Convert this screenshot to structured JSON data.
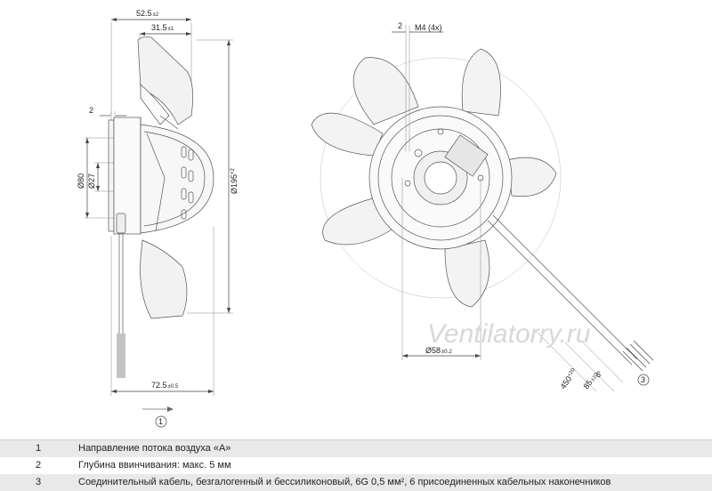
{
  "dimensions": {
    "side_top_overall": {
      "value": "52.5",
      "tol": "±2"
    },
    "side_top_inner": {
      "value": "31.5",
      "tol": "±1"
    },
    "screw_gap": "2",
    "hub_outer_dia": "Ø80",
    "hub_inner_dia": "Ø27",
    "impeller_dia": {
      "value": "Ø195",
      "tol": "+2"
    },
    "depth": {
      "value": "72.5",
      "tol": "±0.5"
    },
    "front_gap": "2",
    "thread": "M4 (4x)",
    "bolt_circle_dia": {
      "value": "Ø58",
      "tol": "±0.2"
    },
    "cable_length": {
      "value": "450",
      "tol": "+20"
    },
    "lead_length": {
      "value": "85",
      "tol": "±10"
    },
    "strip_length": "6"
  },
  "callouts": {
    "c1": "1",
    "c3": "3"
  },
  "watermark": "Ventilatorry.ru",
  "legend": [
    {
      "num": "1",
      "text": "Направление потока воздуха «А»"
    },
    {
      "num": "2",
      "text": "Глубина ввинчивания: макс. 5 мм"
    },
    {
      "num": "3",
      "text": "Соединительный кабель, безгалогенный и бессиликоновый, 6G 0,5 мм², 6 присоединенных кабельных наконечников"
    }
  ]
}
